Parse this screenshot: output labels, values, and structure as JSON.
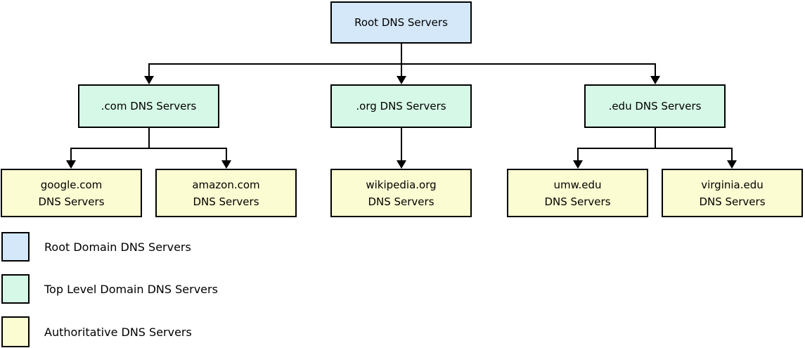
{
  "colors": {
    "root": "#d5e8fa",
    "tld": "#d6f8e7",
    "auth": "#fcfcd2",
    "line": "#000000",
    "background": "#ffffff"
  },
  "nodes": {
    "root": {
      "lines": [
        "Root DNS Servers"
      ]
    },
    "com": {
      "lines": [
        ".com DNS Servers"
      ]
    },
    "org": {
      "lines": [
        ".org DNS Servers"
      ]
    },
    "edu": {
      "lines": [
        ".edu DNS Servers"
      ]
    },
    "google": {
      "lines": [
        "google.com",
        "DNS Servers"
      ]
    },
    "amazon": {
      "lines": [
        "amazon.com",
        "DNS Servers"
      ]
    },
    "wikipedia": {
      "lines": [
        "wikipedia.org",
        "DNS Servers"
      ]
    },
    "umw": {
      "lines": [
        "umw.edu",
        "DNS Servers"
      ]
    },
    "virginia": {
      "lines": [
        "virginia.edu",
        "DNS Servers"
      ]
    }
  },
  "legend": [
    {
      "color": "#d5e8fa",
      "label": "Root Domain DNS Servers"
    },
    {
      "color": "#d6f8e7",
      "label": "Top Level Domain DNS Servers"
    },
    {
      "color": "#fcfcd2",
      "label": "Authoritative DNS Servers"
    }
  ]
}
